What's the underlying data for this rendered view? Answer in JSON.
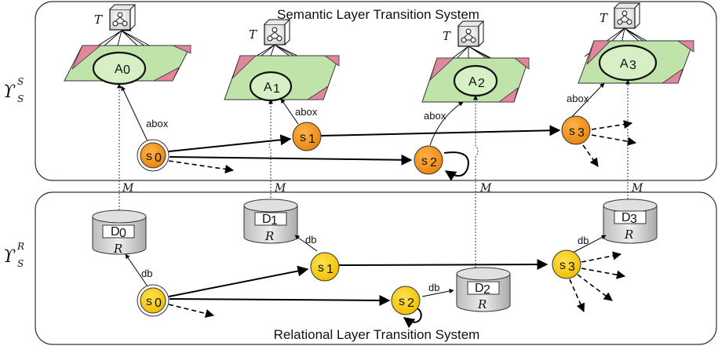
{
  "semantic": {
    "title": "Semantic Layer Transition System",
    "side_label": "ϒ",
    "side_sup": "S",
    "side_sub": "S",
    "tbox_symbol": "T",
    "mapping_symbol": "M",
    "abox_label": "abox",
    "states": [
      {
        "label": "s",
        "index": "0"
      },
      {
        "label": "s",
        "index": "1"
      },
      {
        "label": "s",
        "index": "2"
      },
      {
        "label": "s",
        "index": "3"
      }
    ],
    "aboxes": [
      {
        "label": "A",
        "index": "0"
      },
      {
        "label": "A",
        "index": "1"
      },
      {
        "label": "A",
        "index": "2"
      },
      {
        "label": "A",
        "index": "3"
      }
    ],
    "state_color": "#f5931f"
  },
  "relational": {
    "title": "Relational Layer Transition System",
    "side_label": "ϒ",
    "side_sup": "R",
    "side_sub": "S",
    "schema_symbol": "R",
    "db_label": "db",
    "states": [
      {
        "label": "s",
        "index": "0"
      },
      {
        "label": "s",
        "index": "1"
      },
      {
        "label": "s",
        "index": "2"
      },
      {
        "label": "s",
        "index": "3"
      }
    ],
    "databases": [
      {
        "label": "D",
        "index": "0"
      },
      {
        "label": "D",
        "index": "1"
      },
      {
        "label": "D",
        "index": "2"
      },
      {
        "label": "D",
        "index": "3"
      }
    ],
    "state_color": "#f7c800"
  }
}
